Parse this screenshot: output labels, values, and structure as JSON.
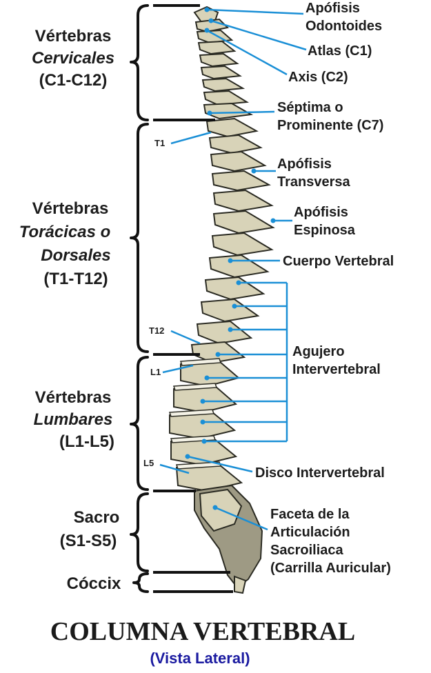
{
  "regions": [
    {
      "id": "cervical",
      "line1": "Vértebras",
      "line2": "Cervicales",
      "line3": "(C1-C12)"
    },
    {
      "id": "thoracic",
      "line1": "Vértebras",
      "line2": "Torácicas o",
      "line2b": "Dorsales",
      "line3": "(T1-T12)"
    },
    {
      "id": "lumbar",
      "line1": "Vértebras",
      "line2": "Lumbares",
      "line3": "(L1-L5)"
    },
    {
      "id": "sacrum",
      "line1": "Sacro",
      "line3": "(S1-S5)"
    },
    {
      "id": "coccyx",
      "line1": "Cóccix"
    }
  ],
  "labels": {
    "odontoid": [
      "Apófisis",
      "Odontoides"
    ],
    "atlas": "Atlas (C1)",
    "axis": "Axis (C2)",
    "seventh": [
      "Séptima o",
      "Prominente (C7)"
    ],
    "transverse": [
      "Apófisis",
      "Transversa"
    ],
    "spinous": [
      "Apófisis",
      "Espinosa"
    ],
    "body": "Cuerpo Vertebral",
    "foramen": [
      "Agujero",
      "Intervertebral"
    ],
    "disc": "Disco Intervertebral",
    "facet": [
      "Faceta de la",
      "Articulación",
      "Sacroiliaca",
      "(Carrilla Auricular)"
    ]
  },
  "markers": {
    "t1": "T1",
    "t12": "T12",
    "l1": "L1",
    "l5": "L5"
  },
  "title": "COLUMNA VERTEBRAL",
  "subtitle": "(Vista Lateral)",
  "colors": {
    "leader": "#1a8fd6",
    "bone": "#d8d3b8",
    "text": "#1c1c1c",
    "subtitle": "#1a1aa0"
  }
}
